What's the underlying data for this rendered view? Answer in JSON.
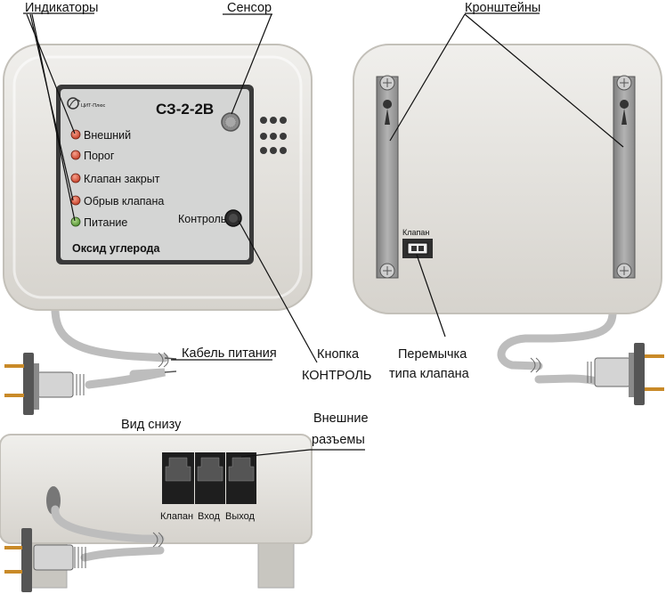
{
  "callouts": {
    "indicators": "Индикаторы",
    "sensor": "Сенсор",
    "brackets": "Кронштейны",
    "power_cable": "Кабель питания",
    "button_line1": "Кнопка",
    "button_line2": "КОНТРОЛЬ",
    "jumper_line1": "Перемычка",
    "jumper_line2": "типа клапана",
    "bottom_view": "Вид снизу",
    "external_line1": "Внешние",
    "external_line2": "разъемы"
  },
  "front_panel": {
    "logo_text": "ЦИТ-Плюс",
    "model": "СЗ-2-2В",
    "leds": [
      {
        "label": "Внешний",
        "color": "#d9432c"
      },
      {
        "label": "Порог",
        "color": "#d9432c"
      },
      {
        "label": "Клапан закрыт",
        "color": "#d9432c"
      },
      {
        "label": "Обрыв клапана",
        "color": "#d9432c"
      },
      {
        "label": "Питание",
        "color": "#5fa83a"
      }
    ],
    "control_label": "Контроль",
    "gas_label": "Оксид углерода"
  },
  "back_panel": {
    "jumper_label": "Клапан"
  },
  "bottom_panel": {
    "ports": [
      "Клапан",
      "Вход",
      "Выход"
    ]
  },
  "colors": {
    "housing": "#e4e2dd",
    "housing_edge": "#c9c6bf",
    "panel": "#d2d3d2",
    "bracket": "#9a9a9a",
    "cable": "#cfcfcf",
    "led_red": "#d9432c",
    "led_green": "#5fa83a"
  }
}
